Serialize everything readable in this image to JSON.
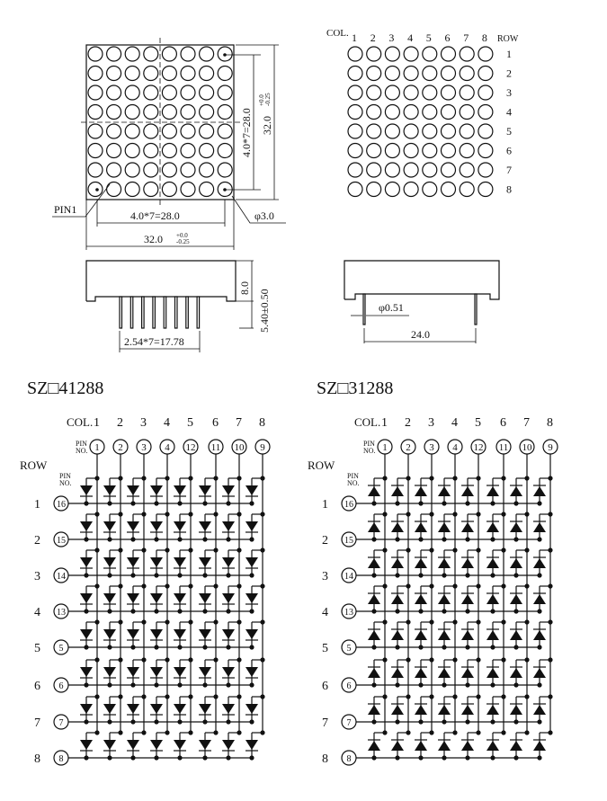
{
  "front_view": {
    "pin1_label": "PIN1",
    "pitch_horizontal": "4.0*7=28.0",
    "pitch_vertical": "4.0*7=28.0",
    "width": "32.0",
    "width_tol_plus": "+0.0",
    "width_tol_minus": "-0.25",
    "height": "32.0",
    "height_tol_plus": "+0.0",
    "height_tol_minus": "-0.25",
    "dot_diameter": "φ3.0"
  },
  "top_right_view": {
    "col_label": "COL.",
    "row_label": "ROW",
    "columns": [
      "1",
      "2",
      "3",
      "4",
      "5",
      "6",
      "7",
      "8"
    ],
    "rows": [
      "1",
      "2",
      "3",
      "4",
      "5",
      "6",
      "7",
      "8"
    ]
  },
  "side_view_left": {
    "height": "8.0",
    "pin_length": "5.40±0.50",
    "pin_pitch": "2.54*7=17.78"
  },
  "side_view_right": {
    "pin_diameter": "φ0.51",
    "row_spacing": "24.0"
  },
  "schematics": [
    {
      "title": "SZ□41288",
      "type": "common-anode-row",
      "diode_direction": "down",
      "col_label": "COL.",
      "row_label": "ROW",
      "pin_no_label": "PIN NO.",
      "columns": [
        "1",
        "2",
        "3",
        "4",
        "5",
        "6",
        "7",
        "8"
      ],
      "column_pins": [
        "1",
        "2",
        "3",
        "4",
        "12",
        "11",
        "10",
        "9"
      ],
      "rows": [
        "1",
        "2",
        "3",
        "4",
        "5",
        "6",
        "7",
        "8"
      ],
      "row_pins": [
        "16",
        "15",
        "14",
        "13",
        "5",
        "6",
        "7",
        "8"
      ]
    },
    {
      "title": "SZ□31288",
      "type": "common-cathode-row",
      "diode_direction": "up",
      "col_label": "COL.",
      "row_label": "ROW",
      "pin_no_label": "PIN NO.",
      "columns": [
        "1",
        "2",
        "3",
        "4",
        "5",
        "6",
        "7",
        "8"
      ],
      "column_pins": [
        "1",
        "2",
        "3",
        "4",
        "12",
        "11",
        "10",
        "9"
      ],
      "rows": [
        "1",
        "2",
        "3",
        "4",
        "5",
        "6",
        "7",
        "8"
      ],
      "row_pins": [
        "16",
        "15",
        "14",
        "13",
        "5",
        "6",
        "7",
        "8"
      ]
    }
  ]
}
